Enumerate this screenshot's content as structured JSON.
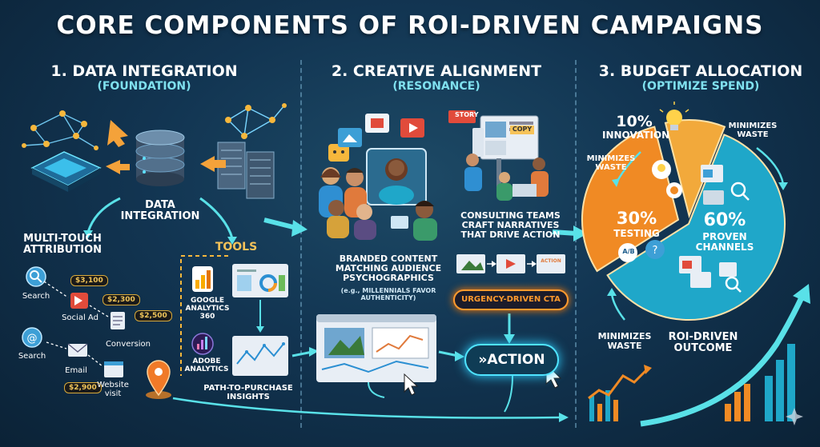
{
  "title": "CORE COMPONENTS OF ROI-DRIVEN CAMPAIGNS",
  "columns": [
    {
      "title": "1. DATA INTEGRATION",
      "subtitle": "(FOUNDATION)"
    },
    {
      "title": "2. CREATIVE ALIGNMENT",
      "subtitle": "(RESONANCE)"
    },
    {
      "title": "3. BUDGET ALLOCATION",
      "subtitle": "(OPTIMIZE SPEND)"
    }
  ],
  "data_integration": {
    "hub_label": "DATA INTEGRATION",
    "attribution_label": "MULTI-TOUCH ATTRIBUTION",
    "touchpoints": [
      {
        "label": "Search",
        "value": "$3,100"
      },
      {
        "label": "Social Ad",
        "value": "$2,300"
      },
      {
        "label": "Conversion",
        "value": "$2,500"
      },
      {
        "label": "Search",
        "value": ""
      },
      {
        "label": "Email",
        "value": "$2,900"
      },
      {
        "label": "Website visit",
        "value": ""
      }
    ],
    "tools_label": "TOOLS",
    "tools": [
      "GOOGLE ANALYTICS 360",
      "ADOBE ANALYTICS"
    ],
    "path_label": "PATH-TO-PURCHASE INSIGHTS"
  },
  "creative": {
    "branded_label": "BRANDED CONTENT MATCHING AUDIENCE PSYCHOGRAPHICS",
    "branded_note": "(e.g., MILLENNIALS FAVOR AUTHENTICITY)",
    "story_tag": "STORY",
    "copy_tag": "COPY",
    "consulting_label": "CONSULTING TEAMS CRAFT NARRATIVES THAT DRIVE ACTION",
    "action_tag": "ACTION",
    "cta_label": "URGENCY-DRIVEN CTA",
    "action_button": "»ACTION"
  },
  "budget": {
    "innovation": {
      "pct": "10%",
      "label": "INNOVATION",
      "value": 10
    },
    "testing": {
      "pct": "30%",
      "label": "TESTING",
      "value": 30
    },
    "proven": {
      "pct": "60%",
      "label": "PROVEN CHANNELS",
      "value": 60
    },
    "ab_label": "A/B",
    "waste_labels": [
      "MINIMIZES WASTE",
      "MINIMIZES WASTE",
      "MINIMIZES WASTE"
    ],
    "outcome_label": "ROI-DRIVEN OUTCOME",
    "colors": {
      "innovation": "#f2a93b",
      "testing": "#f08a24",
      "proven": "#1fa7c9"
    }
  }
}
